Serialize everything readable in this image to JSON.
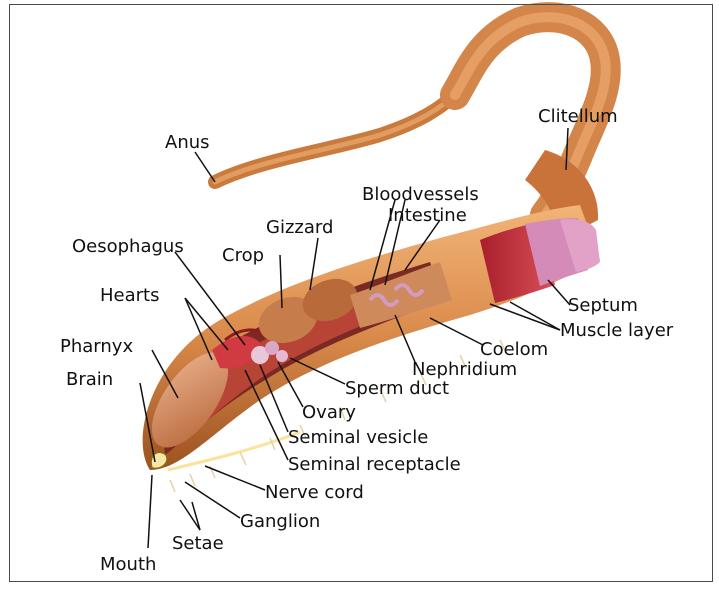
{
  "labels": {
    "anus": "Anus",
    "clitellum": "Clitellum",
    "bloodvessels": "Bloodvessels",
    "intestine": "Intestine",
    "gizzard": "Gizzard",
    "oesophagus": "Oesophagus",
    "crop": "Crop",
    "hearts": "Hearts",
    "pharnyx": "Pharnyx",
    "brain": "Brain",
    "septum": "Septum",
    "muscle_layer": "Muscle layer",
    "coelom": "Coelom",
    "nephridium": "Nephridium",
    "sperm_duct": "Sperm duct",
    "ovary": "Ovary",
    "seminal_vesicle": "Seminal vesicle",
    "seminal_receptacle": "Seminal receptacle",
    "nerve_cord": "Nerve cord",
    "ganglion": "Ganglion",
    "setae": "Setae",
    "mouth": "Mouth"
  },
  "colors": {
    "body_skin": "#d98a4a",
    "body_dark": "#a4561e",
    "muscle_red": "#c8323a",
    "septum_pink": "#d58bb8",
    "gut": "#b86a3a"
  }
}
